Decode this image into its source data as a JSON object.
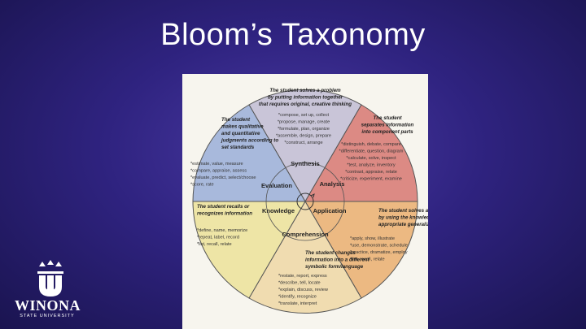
{
  "slide": {
    "title": "Bloom’s Taxonomy"
  },
  "wheel": {
    "center_labels": {
      "synthesis": "Synthesis",
      "analysis": "Analysis",
      "application": "Application",
      "comprehension": "Comprehension",
      "knowledge": "Knowledge",
      "evaluation": "Evaluation"
    },
    "synthesis": {
      "heading": [
        "The student solves a problem",
        "by putting information together",
        "that requires original, creative thinking"
      ],
      "verbs": [
        "*compose, set up, collect",
        "*propose, manage, create",
        "*formulate, plan, organize",
        "*assemble, design, prepare",
        "*construct, arrange"
      ]
    },
    "analysis": {
      "heading": [
        "The student",
        "separates information",
        "into component parts"
      ],
      "verbs": [
        "*distinguish, debate, compare",
        "*differentiate, question, diagram",
        "*calculate, solve, inspect",
        "*test, analyze, inventory",
        "*contrast, appraise, relate",
        "*criticize, experiment, examine"
      ]
    },
    "application": {
      "heading": [
        "The student solves a problem",
        "by using the knowledge and",
        "appropriate generalizations"
      ],
      "verbs": [
        "*apply, show, illustrate",
        "*use, demonstrate, schedule",
        "*practice, dramatize, employ",
        "*list, recall, relate"
      ]
    },
    "comprehension": {
      "heading": [
        "The student changes",
        "information into a different",
        "symbolic form/language"
      ],
      "verbs": [
        "*restate, report, express",
        "*describe, tell, locate",
        "*explain, discuss, review",
        "*identify, recognize",
        "*translate, interpret"
      ]
    },
    "knowledge": {
      "heading": [
        "The student recalls or",
        "recognizes information"
      ],
      "verbs": [
        "*define, name, memorize",
        "*repeat, label, record",
        "*list, recall, relate"
      ]
    },
    "evaluation": {
      "heading": [
        "The student",
        "makes qualitative",
        "and quantitative",
        "judgments according to",
        "set standards"
      ],
      "verbs": [
        "*estimate, value, measure",
        "*compare, appraise, assess",
        "*evaluate, predict, select/choose",
        "*score, rate"
      ]
    },
    "colors": {
      "synthesis": "#c9c5d8",
      "analysis": "#dc8a84",
      "application": "#ecb982",
      "comprehension": "#f0dcb0",
      "knowledge": "#eee5a6",
      "evaluation": "#a8b9dc",
      "outline": "#555555"
    }
  },
  "logo": {
    "name": "WINONA",
    "subtitle": "STATE UNIVERSITY"
  }
}
